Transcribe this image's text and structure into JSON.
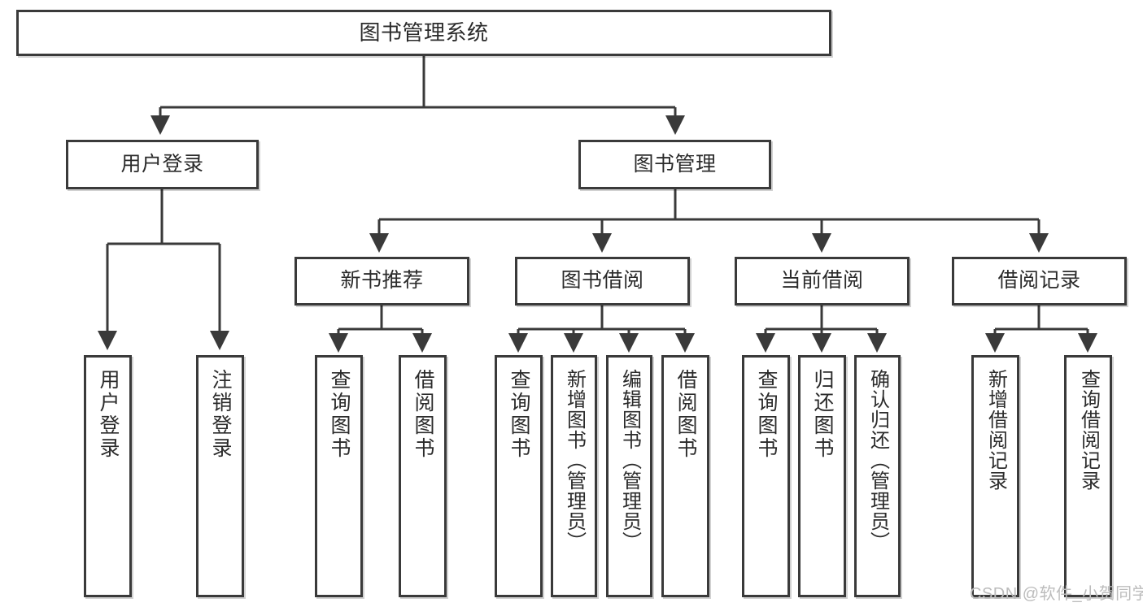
{
  "diagram": {
    "title": "图书管理系统",
    "type": "hierarchy-tree",
    "watermark": "CSDN @软件_小贺同学",
    "colors": {
      "box_border": "#3a3a3a",
      "box_fill": "#ffffff",
      "connector": "#3a3a3a",
      "text": "#2b2b2b",
      "watermark": "#bcbcbc",
      "background": "#ffffff"
    },
    "levels": {
      "level0": "系统",
      "level1": "模块",
      "level2": "子模块",
      "level3": "功能"
    },
    "nodes": {
      "root": {
        "label": "图书管理系统"
      },
      "user_login": {
        "label": "用户登录"
      },
      "book_manage": {
        "label": "图书管理"
      },
      "new_book_rec": {
        "label": "新书推荐"
      },
      "book_borrow": {
        "label": "图书借阅"
      },
      "current_borrow": {
        "label": "当前借阅"
      },
      "borrow_record": {
        "label": "借阅记录"
      },
      "leaf_user_login": {
        "label": "用户登录"
      },
      "leaf_user_logout": {
        "label": "注销登录"
      },
      "leaf_query_book_1": {
        "label": "查询图书"
      },
      "leaf_borrow_book_1": {
        "label": "借阅图书"
      },
      "leaf_query_book_2": {
        "label": "查询图书"
      },
      "leaf_add_book": {
        "label": "新增图书（管理员）"
      },
      "leaf_edit_book": {
        "label": "编辑图书（管理员）"
      },
      "leaf_borrow_book_2": {
        "label": "借阅图书"
      },
      "leaf_query_book_3": {
        "label": "查询图书"
      },
      "leaf_return_book": {
        "label": "归还图书"
      },
      "leaf_confirm_return": {
        "label": "确认归还（管理员）"
      },
      "leaf_add_record": {
        "label": "新增借阅记录"
      },
      "leaf_query_record": {
        "label": "查询借阅记录"
      }
    },
    "edges": [
      {
        "from": "root",
        "to": "user_login"
      },
      {
        "from": "root",
        "to": "book_manage"
      },
      {
        "from": "user_login",
        "to": "leaf_user_login"
      },
      {
        "from": "user_login",
        "to": "leaf_user_logout"
      },
      {
        "from": "book_manage",
        "to": "new_book_rec"
      },
      {
        "from": "book_manage",
        "to": "book_borrow"
      },
      {
        "from": "book_manage",
        "to": "current_borrow"
      },
      {
        "from": "book_manage",
        "to": "borrow_record"
      },
      {
        "from": "new_book_rec",
        "to": "leaf_query_book_1"
      },
      {
        "from": "new_book_rec",
        "to": "leaf_borrow_book_1"
      },
      {
        "from": "book_borrow",
        "to": "leaf_query_book_2"
      },
      {
        "from": "book_borrow",
        "to": "leaf_add_book"
      },
      {
        "from": "book_borrow",
        "to": "leaf_edit_book"
      },
      {
        "from": "book_borrow",
        "to": "leaf_borrow_book_2"
      },
      {
        "from": "current_borrow",
        "to": "leaf_query_book_3"
      },
      {
        "from": "current_borrow",
        "to": "leaf_return_book"
      },
      {
        "from": "current_borrow",
        "to": "leaf_confirm_return"
      },
      {
        "from": "borrow_record",
        "to": "leaf_add_record"
      },
      {
        "from": "borrow_record",
        "to": "leaf_query_record"
      }
    ]
  }
}
